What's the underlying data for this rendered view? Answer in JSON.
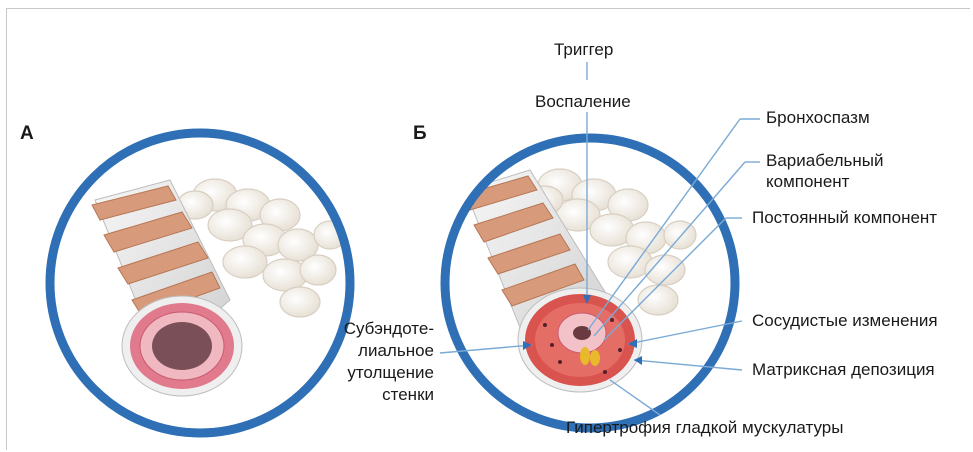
{
  "panels": {
    "a": "A",
    "b": "Б"
  },
  "labels": {
    "trigger": "Триггер",
    "inflammation": "Воспаление",
    "bronchospasm": "Бронхоспазм",
    "variable_1": "Вариабельный",
    "variable_2": "компонент",
    "permanent": "Постоянный компонент",
    "vascular": "Сосудистые изменения",
    "matrix": "Матриксная депозиция",
    "smooth_muscle": "Гипертрофия гладкой мускулатуры",
    "subendo_1": "Субэндоте-",
    "subendo_2": "лиальное",
    "subendo_3": "утолщение",
    "subendo_4": "стенки"
  },
  "colors": {
    "ring": "#2e6fb5",
    "leader": "#7aaad6",
    "lumen_wall": "#d9778a",
    "muscle": "#d9534f",
    "rings": "#d79a7b"
  }
}
